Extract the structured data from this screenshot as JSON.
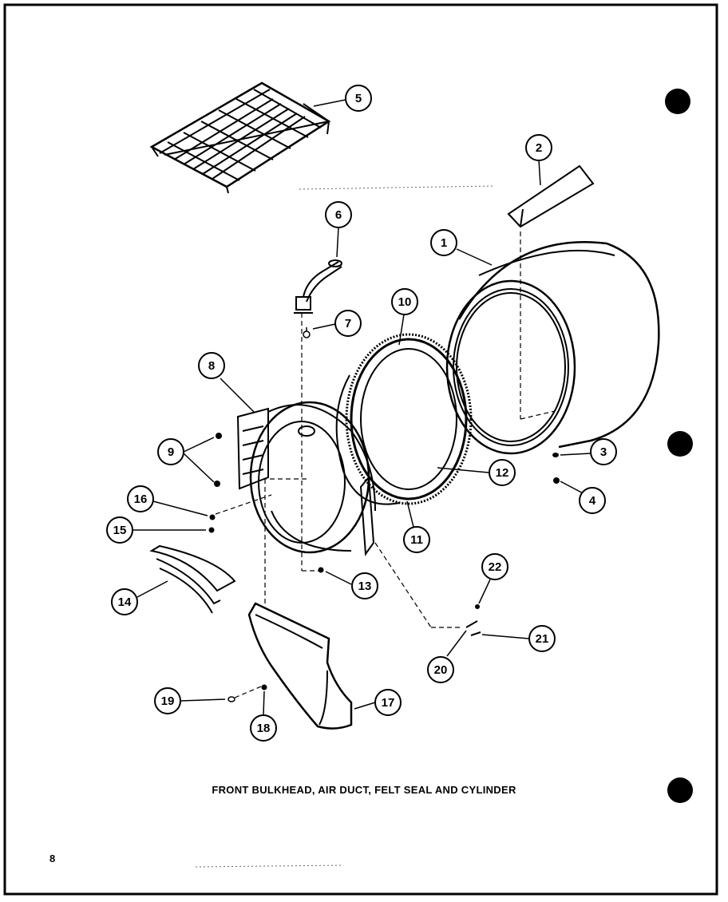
{
  "caption": "FRONT BULKHEAD, AIR DUCT, FELT SEAL AND CYLINDER",
  "page_number": "8",
  "callouts": [
    "1",
    "2",
    "3",
    "4",
    "5",
    "6",
    "7",
    "8",
    "9",
    "10",
    "11",
    "12",
    "13",
    "14",
    "15",
    "16",
    "17",
    "18",
    "19",
    "20",
    "21",
    "22"
  ],
  "colors": {
    "ink": "#000000",
    "paper": "#ffffff"
  }
}
